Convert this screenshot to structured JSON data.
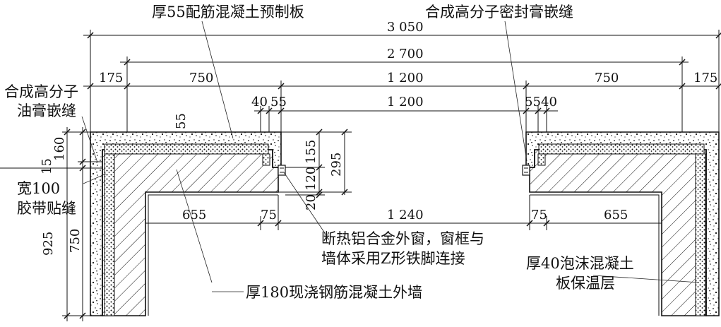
{
  "labels": {
    "precast_slab": "厚55配筋混凝土预制板",
    "sealant_top": "合成高分子密封膏嵌缝",
    "oil_sealant_l1": "合成高分子",
    "oil_sealant_l2": "油膏嵌缝",
    "tape_l1": "宽100",
    "tape_l2": "胶带贴缝",
    "window_l1": "断热铝合金外窗，窗框与",
    "window_l2": "墙体采用Z形铁脚连接",
    "wall": "厚180现浇钢筋混凝土外墙",
    "foam_l1": "厚40泡沫混凝土",
    "foam_l2": "板保温层"
  },
  "dimensions": {
    "overall": "3 050",
    "inner": "2 700",
    "seg_175_left": "175",
    "seg_750_left": "750",
    "seg_1200_top": "1 200",
    "seg_750_right": "750",
    "seg_175_right": "175",
    "seg_40_left": "40",
    "seg_55_left": "55",
    "seg_1200_mid": "1 200",
    "seg_55_right": "55",
    "seg_40_right": "40",
    "v_55": "55",
    "v_160": "160",
    "v_15": "15",
    "v_925": "925",
    "v_750": "750",
    "v_155": "155",
    "v_120": "120",
    "v_20": "20",
    "v_295": "295",
    "h_655_left": "655",
    "h_75_left": "75",
    "h_1240": "1 240",
    "h_75_right": "75",
    "h_655_right": "655"
  }
}
